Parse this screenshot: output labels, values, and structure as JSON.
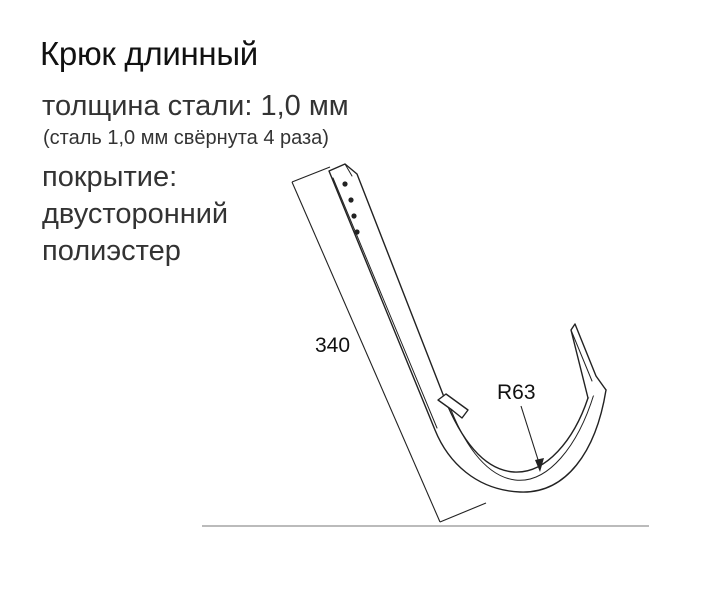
{
  "title": "Крюк длинный",
  "spec": {
    "thickness_line": "толщина стали: 1,0 мм",
    "thickness_note": "(сталь 1,0 мм свёрнута 4 раза)"
  },
  "coating": {
    "lines": [
      "покрытие:",
      "двусторонний",
      "полиэстер"
    ]
  },
  "drawing": {
    "length_label": "340",
    "radius_label": "R63"
  }
}
